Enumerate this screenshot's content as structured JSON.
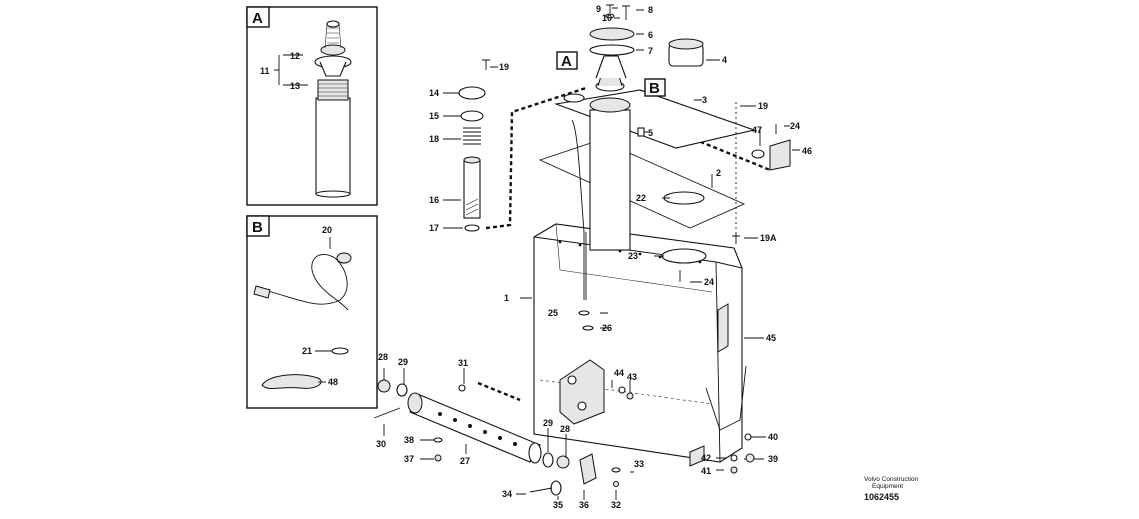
{
  "inset_a": {
    "letter": "A",
    "labels": {
      "group": "11",
      "top": "12",
      "bottom": "13"
    }
  },
  "inset_b": {
    "letter": "B",
    "labels": {
      "wire": "20",
      "ring": "21",
      "strap": "48"
    }
  },
  "callouts": {
    "c1": "1",
    "c2": "2",
    "c3": "3",
    "c4": "4",
    "c5": "5",
    "c6": "6",
    "c7": "7",
    "c8": "8",
    "c9": "9",
    "c10": "10",
    "c14": "14",
    "c15": "15",
    "c16": "16",
    "c17": "17",
    "c18": "18",
    "c19a": "19",
    "c19b": "19",
    "c19A": "19A",
    "c22": "22",
    "c23": "23",
    "c24a": "24",
    "c24b": "24",
    "c25": "25",
    "c26": "26",
    "c27": "27",
    "c28a": "28",
    "c28b": "28",
    "c29a": "29",
    "c29b": "29",
    "c30": "30",
    "c31": "31",
    "c32": "32",
    "c33": "33",
    "c34": "34",
    "c35": "35",
    "c36": "36",
    "c37": "37",
    "c38": "38",
    "c39": "39",
    "c40": "40",
    "c41": "41",
    "c42": "42",
    "c43": "43",
    "c44": "44",
    "c45": "45",
    "c46": "46",
    "c47": "47"
  },
  "main_marks": {
    "a": "A",
    "b": "B"
  },
  "footer": {
    "company_line1": "Volvo Construction",
    "company_line2": "Equipment",
    "drawing_number": "1062455"
  }
}
